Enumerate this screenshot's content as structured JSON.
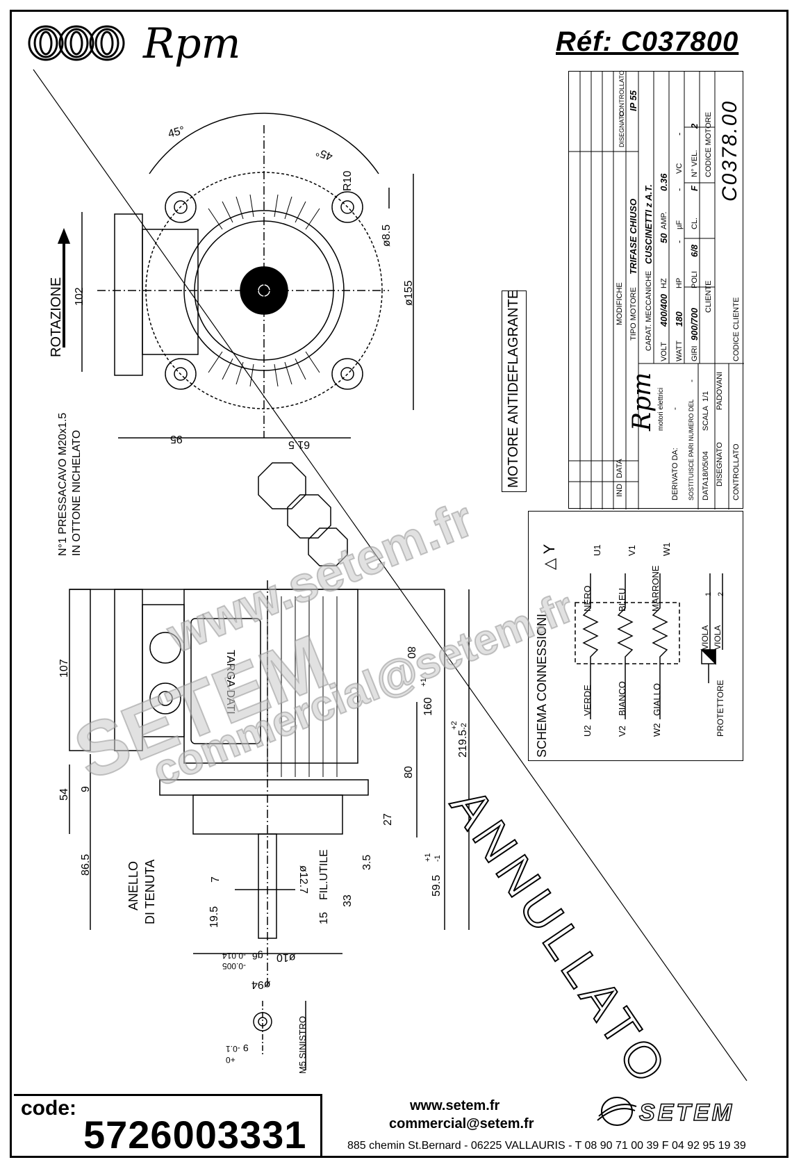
{
  "header": {
    "brand": "Rpm",
    "reference": "Réf:  C037800"
  },
  "drawing": {
    "rotation_label": "ROTAZIONE",
    "cable_gland_line1": "N°1 PRESSACAVO M20x1.5",
    "cable_gland_line2": "IN OTTONE NICHELATO",
    "seal_line1": "ANELLO",
    "seal_line2": "DI TENUTA",
    "nameplate": "TARGA DATI",
    "useful_thread": "FIL.UTILE",
    "left_thread": "M5 SINISTRO",
    "explosion_proof": "MOTORE ANTIDEFLAGRANTE",
    "cancelled": "ANNULLATO",
    "dims": {
      "angle_a": "45°",
      "angle_b": "45°",
      "r10": "R10",
      "d85": "ø8.5",
      "d155": "ø155",
      "h102": "102",
      "w95": "95",
      "w615": "61.5",
      "h107": "107",
      "h80a": "80",
      "h160": "160",
      "h160_tol": "+1",
      "h2195": "219.5",
      "h2195_tol_up": "+2",
      "h2195_tol_dn": "-2",
      "h80b": "80",
      "h27": "27",
      "h54": "54",
      "h9": "9",
      "h865": "86.5",
      "h35": "3.5",
      "h595": "59.5",
      "h595_tol_up": "+1",
      "h595_tol_dn": "-1",
      "d127": "ø12.7",
      "h7": "7",
      "h195": "19.5",
      "h15": "15",
      "h33": "33",
      "d10": "ø10",
      "d10_fit": "g6",
      "d10_tol_up": "-0.005",
      "d10_tol_dn": "-0.014",
      "d94": "ø94",
      "w9": "9",
      "w9_tol_up": "+0",
      "w9_tol_dn": "-0.1"
    }
  },
  "title_block": {
    "modifiche": "MODIFICHE",
    "ind": "IND",
    "data": "DATA",
    "disegnato_header": "DISEGNATO",
    "controllato_header": "CONTROLLATO",
    "tipo_motore_label": "TIPO MOTORE",
    "tipo_motore_value": "TRIFASE CHIUSO",
    "protection": "IP 55",
    "carat_label": "CARAT. MECCANICHE",
    "carat_value": "CUSCINETTI  z A.T.",
    "volt_label": "VOLT",
    "volt_value": "400/400",
    "hz_label": "HZ",
    "hz_value": "50",
    "amp_label": "AMP.",
    "amp_value": "0.36",
    "watt_label": "WATT",
    "watt_value": "180",
    "hp_label": "HP",
    "hp_value": "-",
    "uf_label": "µF",
    "uf_value": "-",
    "vc_label": "VC",
    "vc_value": "-",
    "giri_label": "GIRI",
    "giri_value": "900/700",
    "poli_label": "POLI",
    "poli_value": "6/8",
    "cl_label": "CL.",
    "cl_value": "F",
    "nvel_label": "N° VEL.",
    "nvel_value": "2",
    "cliente_label": "CLIENTE",
    "codice_motore_label": "CODICE MOTORE",
    "codice_motore_value": "C0378.00",
    "codice_cliente_label": "CODICE CLIENTE",
    "logo_text": "Rpm",
    "logo_sub": "motori elettrici",
    "derivato_label": "DERIVATO DA:",
    "derivato_value": "-",
    "sostituisce_label": "SOSTITUISCE PARI NUMERO DEL",
    "sostituisce_value": "-",
    "data_label": "DATA",
    "data_value": "18/05/04",
    "scala_label": "SCALA",
    "scala_value": "1/1",
    "disegnato_label": "DISEGNATO",
    "disegnato_value": "PADOVANI",
    "controllato_label": "CONTROLLATO",
    "dash": "-"
  },
  "wiring": {
    "title": "SCHEMA CONNESSIONI",
    "symbol": "△ Y",
    "wires": [
      {
        "term_top": "U1",
        "color_top": "NERO",
        "term_bot": "U2",
        "color_bot": "VERDE"
      },
      {
        "term_top": "V1",
        "color_top": "BLEU",
        "term_bot": "V2",
        "color_bot": "BIANCO"
      },
      {
        "term_top": "W1",
        "color_top": "MARRONE",
        "term_bot": "W2",
        "color_bot": "GIALLO"
      }
    ],
    "viola1": "VIOLA",
    "viola2": "VIOLA",
    "t1": "1",
    "t2": "2",
    "protettore": "PROTETTORE"
  },
  "watermarks": {
    "w1": "www.setem.fr",
    "w2": "SETEM",
    "w3": "commercial@setem.fr"
  },
  "footer": {
    "code_label": "code:",
    "code_value": "5726003331",
    "website": "www.setem.fr",
    "email": "commercial@setem.fr",
    "address": "885 chemin St.Bernard  -  06225 VALLAURIS  -   T 08 90 71 00 39   F 04 92 95 19 39",
    "logo": "SETEM"
  }
}
